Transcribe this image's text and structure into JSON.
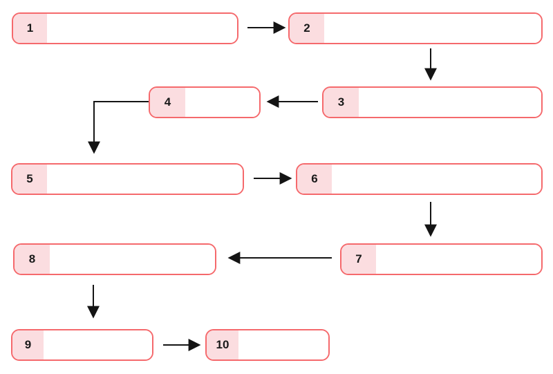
{
  "colors": {
    "node_border": "#F5696C",
    "badge_fill": "#FBDDE0",
    "node_body_fill": "#ffffff",
    "arrow": "#141414",
    "number_text": "#1A1A1A",
    "page_bg": "#ffffff"
  },
  "diagram": {
    "type": "flowchart",
    "description": "Ten numbered step nodes connected by arrows in a snaking top-to-bottom flow",
    "nodes": [
      {
        "id": "1",
        "label": "1"
      },
      {
        "id": "2",
        "label": "2"
      },
      {
        "id": "3",
        "label": "3"
      },
      {
        "id": "4",
        "label": "4"
      },
      {
        "id": "5",
        "label": "5"
      },
      {
        "id": "6",
        "label": "6"
      },
      {
        "id": "7",
        "label": "7"
      },
      {
        "id": "8",
        "label": "8"
      },
      {
        "id": "9",
        "label": "9"
      },
      {
        "id": "10",
        "label": "10"
      }
    ],
    "edges": [
      {
        "from": "1",
        "to": "2",
        "direction": "right"
      },
      {
        "from": "2",
        "to": "3",
        "direction": "down"
      },
      {
        "from": "3",
        "to": "4",
        "direction": "left"
      },
      {
        "from": "4",
        "to": "5",
        "direction": "elbow-left-down"
      },
      {
        "from": "5",
        "to": "6",
        "direction": "right"
      },
      {
        "from": "6",
        "to": "7",
        "direction": "down"
      },
      {
        "from": "7",
        "to": "8",
        "direction": "left"
      },
      {
        "from": "8",
        "to": "9",
        "direction": "down"
      },
      {
        "from": "9",
        "to": "10",
        "direction": "right"
      }
    ]
  }
}
